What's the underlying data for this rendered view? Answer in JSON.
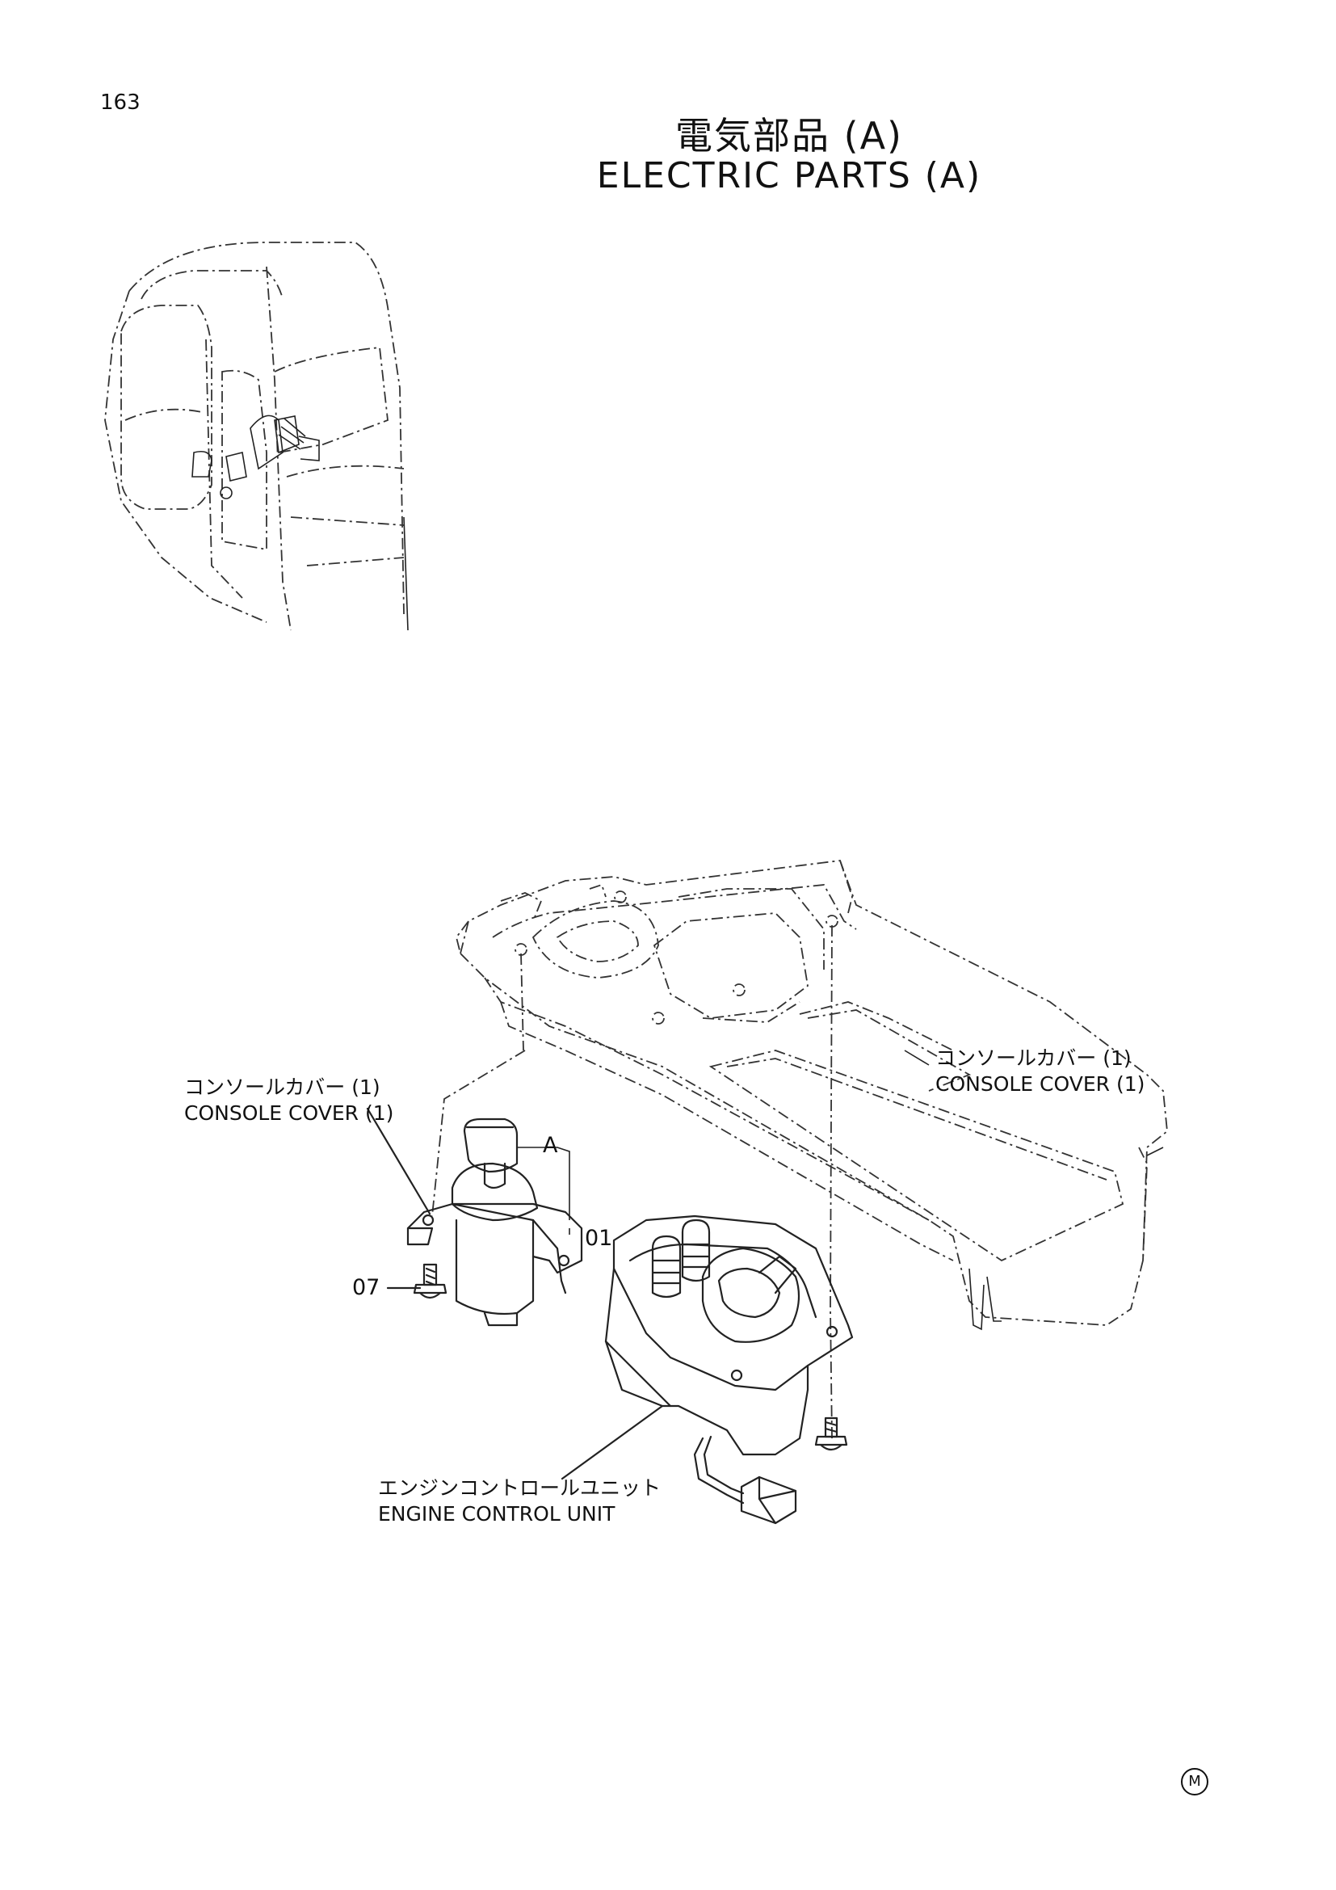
{
  "page": {
    "number": "163"
  },
  "title": {
    "japanese": "電気部品 (A)",
    "english": "ELECTRIC PARTS (A)"
  },
  "labels": {
    "console_cover_left": {
      "jp": "コンソールカバー (1)",
      "en": "CONSOLE COVER (1)"
    },
    "console_cover_right": {
      "jp": "コンソールカバー (1)",
      "en": "CONSOLE COVER (1)"
    },
    "engine_control_unit": {
      "jp": "エンジンコントロールユニット",
      "en": "ENGINE CONTROL UNIT"
    }
  },
  "callouts": {
    "a": "A",
    "part_01": "01",
    "part_07": "07"
  },
  "mark": "M",
  "icons": [
    "cab-illustration",
    "console-cover-drawing",
    "key-switch-drawing",
    "engine-control-unit-drawing",
    "bolt-drawing"
  ],
  "colors": {
    "ink": "#111111",
    "paper": "#ffffff"
  }
}
